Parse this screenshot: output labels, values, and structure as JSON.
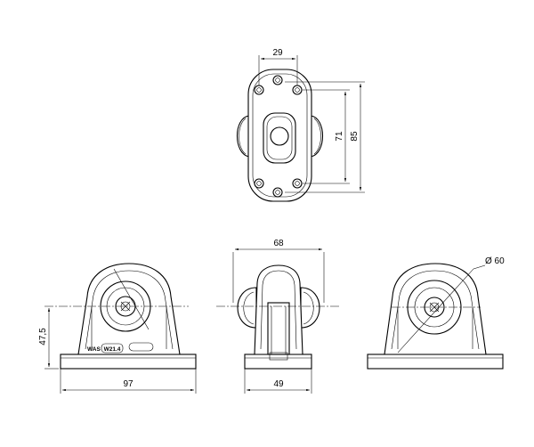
{
  "dimensions": {
    "top_hole_spacing": "29",
    "top_hole_spacing_vertical": "71",
    "top_overall_height": "85",
    "side_overall_width": "68",
    "side_base_width": "49",
    "front_base_width": "97",
    "front_axis_height": "47,5",
    "right_diameter": "Ø 60"
  },
  "markings": {
    "brand": "WAS",
    "model": "W21.4"
  }
}
